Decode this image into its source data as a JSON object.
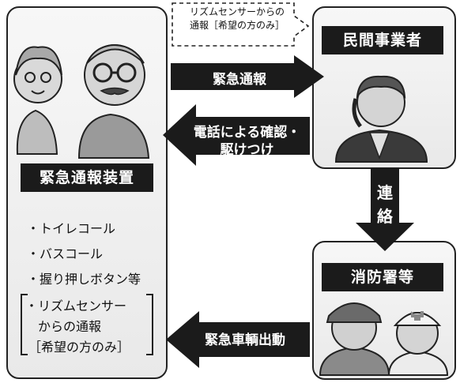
{
  "left_panel": {
    "title": "緊急通報装置",
    "items": [
      "・トイレコール",
      "・バスコール",
      "・握り押しボタン等"
    ],
    "bracket_lines": [
      "・リズムセンサー",
      "からの通報",
      "［希望の方のみ］"
    ]
  },
  "company_panel": {
    "title": "民間事業者"
  },
  "fire_panel": {
    "title": "消防署等"
  },
  "rhythm_note": {
    "line1": "リズムセンサーからの",
    "line2": "通報［希望の方のみ］"
  },
  "arrows": {
    "emergency": "緊急通報",
    "phone_line1": "電話による確認・",
    "phone_line2": "駆けつけ",
    "contact_1": "連",
    "contact_2": "絡",
    "vehicle": "緊急車輌出動"
  },
  "colors": {
    "arrow": "#1b1b1b",
    "panel": "#ececec",
    "border": "#222222"
  }
}
